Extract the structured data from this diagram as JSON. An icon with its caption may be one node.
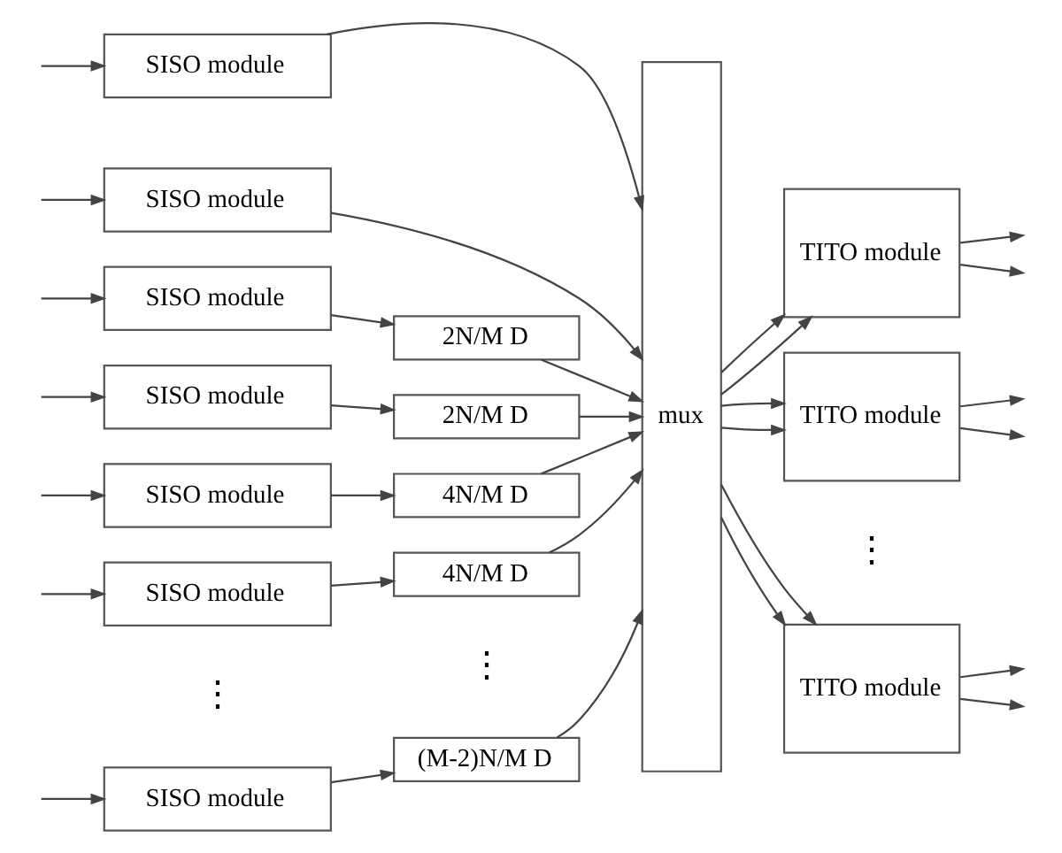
{
  "diagram": {
    "nodes": [
      {
        "text": [
          "SISO module"
        ]
      },
      {
        "text": [
          "SISO module"
        ]
      },
      {
        "text": [
          "SISO module"
        ]
      },
      {
        "text": [
          "SISO module"
        ]
      },
      {
        "text": [
          "SISO module"
        ]
      },
      {
        "text": [
          "SISO module"
        ]
      },
      {
        "text": [
          "SISO module"
        ]
      },
      {
        "text": [
          "2N/M D"
        ]
      },
      {
        "text": [
          "2N/M D"
        ]
      },
      {
        "text": [
          "4N/M D"
        ]
      },
      {
        "text": [
          "4N/M D"
        ]
      },
      {
        "text": [
          "(M-2)N/M D"
        ]
      },
      {
        "text": [
          "mux"
        ]
      },
      {
        "text": [
          "TITO module"
        ]
      },
      {
        "text": [
          "TITO module"
        ]
      },
      {
        "text": [
          "TITO module"
        ]
      }
    ],
    "edges": [
      {
        "from": null,
        "to": 0,
        "arrow": "to"
      },
      {
        "from": null,
        "to": 1,
        "arrow": "to"
      },
      {
        "from": null,
        "to": 2,
        "arrow": "to"
      },
      {
        "from": null,
        "to": 3,
        "arrow": "to"
      },
      {
        "from": null,
        "to": 4,
        "arrow": "to"
      },
      {
        "from": null,
        "to": 5,
        "arrow": "to"
      },
      {
        "from": null,
        "to": 6,
        "arrow": "to"
      },
      {
        "from": 0,
        "to": 12,
        "arrow": "to"
      },
      {
        "from": 1,
        "to": 12,
        "arrow": "to"
      },
      {
        "from": 2,
        "to": 7,
        "arrow": "to"
      },
      {
        "from": 3,
        "to": 8,
        "arrow": "to"
      },
      {
        "from": 4,
        "to": 9,
        "arrow": "to"
      },
      {
        "from": 5,
        "to": 10,
        "arrow": "to"
      },
      {
        "from": 6,
        "to": 11,
        "arrow": "to"
      },
      {
        "from": 7,
        "to": 12,
        "arrow": "to"
      },
      {
        "from": 8,
        "to": 12,
        "arrow": "to"
      },
      {
        "from": 9,
        "to": 12,
        "arrow": "to"
      },
      {
        "from": 10,
        "to": 12,
        "arrow": "to"
      },
      {
        "from": 11,
        "to": 12,
        "arrow": "to"
      },
      {
        "from": 12,
        "to": 13,
        "arrow": "to"
      },
      {
        "from": 12,
        "to": 13,
        "arrow": "to"
      },
      {
        "from": 12,
        "to": 14,
        "arrow": "to"
      },
      {
        "from": 12,
        "to": 14,
        "arrow": "to"
      },
      {
        "from": 12,
        "to": 15,
        "arrow": "to"
      },
      {
        "from": 12,
        "to": 15,
        "arrow": "to"
      },
      {
        "from": 13,
        "to": null,
        "arrow": "to"
      },
      {
        "from": 13,
        "to": null,
        "arrow": "to"
      },
      {
        "from": 14,
        "to": null,
        "arrow": "to"
      },
      {
        "from": 14,
        "to": null,
        "arrow": "to"
      },
      {
        "from": 15,
        "to": null,
        "arrow": "to"
      },
      {
        "from": 15,
        "to": null,
        "arrow": "to"
      }
    ],
    "labels": [
      "⋮",
      "⋮",
      "⋮"
    ]
  }
}
